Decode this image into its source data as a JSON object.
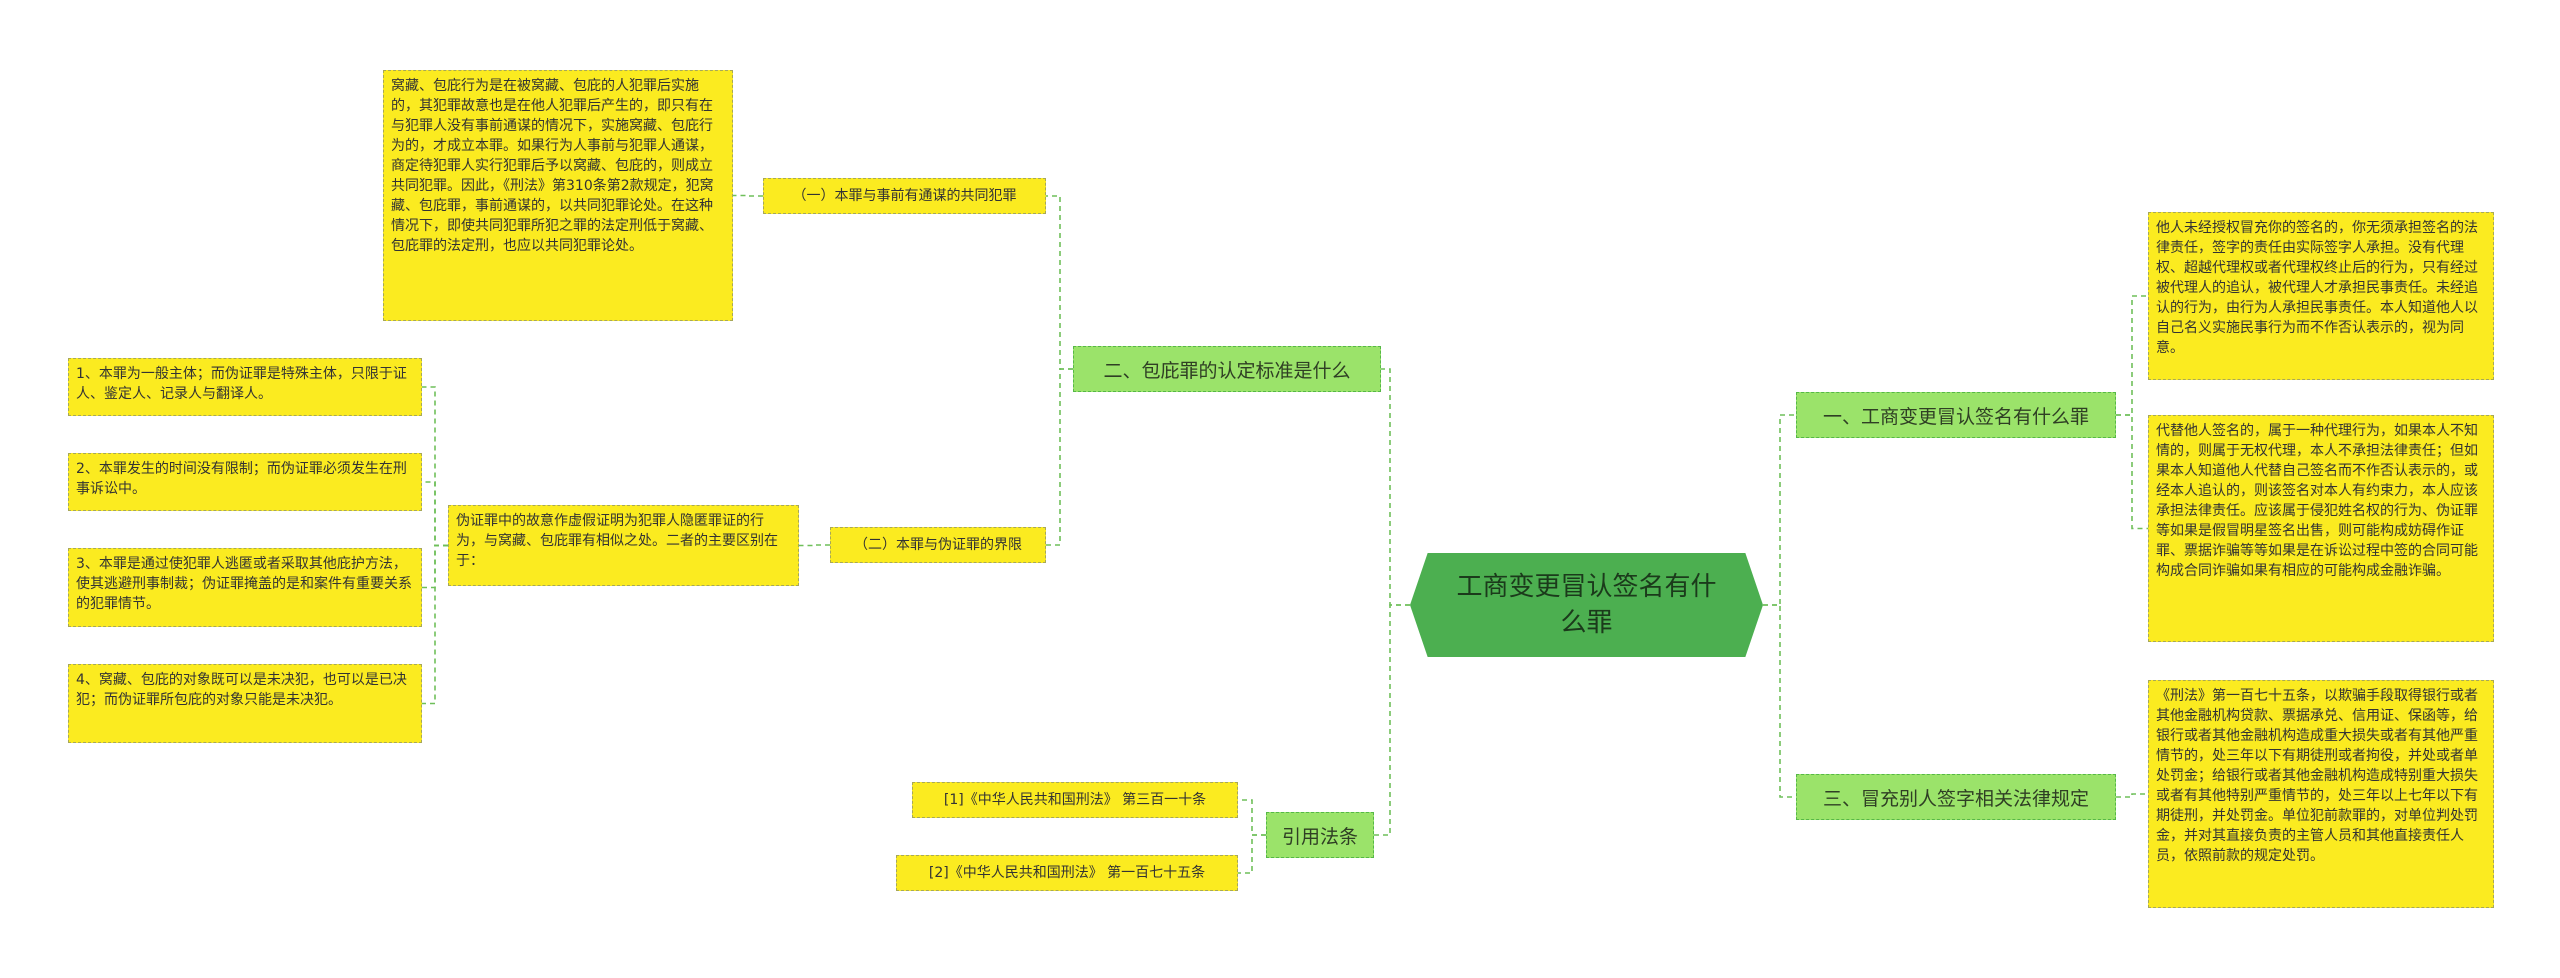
{
  "root": "工商变更冒认签名有什么罪",
  "branches": {
    "b1": {
      "label": "一、工商变更冒认签名有什么罪",
      "items": [
        "他人未经授权冒充你的签名的，你无须承担签名的法律责任，签字的责任由实际签字人承担。没有代理权、超越代理权或者代理权终止后的行为，只有经过被代理人的追认，被代理人才承担民事责任。未经追认的行为，由行为人承担民事责任。本人知道他人以自己名义实施民事行为而不作否认表示的，视为同意。",
        "代替他人签名的，属于一种代理行为，如果本人不知情的，则属于无权代理，本人不承担法律责任；但如果本人知道他人代替自己签名而不作否认表示的，或经本人追认的，则该签名对本人有约束力，本人应该承担法律责任。应该属于侵犯姓名权的行为、伪证罪等如果是假冒明星签名出售，则可能构成妨碍作证罪、票据诈骗等等如果是在诉讼过程中签的合同可能构成合同诈骗如果有相应的可能构成金融诈骗。"
      ]
    },
    "b2": {
      "label": "二、包庇罪的认定标准是什么",
      "sub1": {
        "label": "（一）本罪与事前有通谋的共同犯罪",
        "text": "窝藏、包庇行为是在被窝藏、包庇的人犯罪后实施的，其犯罪故意也是在他人犯罪后产生的，即只有在与犯罪人没有事前通谋的情况下，实施窝藏、包庇行为的，才成立本罪。如果行为人事前与犯罪人通谋，商定待犯罪人实行犯罪后予以窝藏、包庇的，则成立共同犯罪。因此，《刑法》第310条第2款规定，犯窝藏、包庇罪，事前通谋的，以共同犯罪论处。在这种情况下，即使共同犯罪所犯之罪的法定刑低于窝藏、包庇罪的法定刑，也应以共同犯罪论处。"
      },
      "sub2": {
        "label": "（二）本罪与伪证罪的界限",
        "text": "伪证罪中的故意作虚假证明为犯罪人隐匿罪证的行为，与窝藏、包庇罪有相似之处。二者的主要区别在于：",
        "points": [
          "1、本罪为一般主体；而伪证罪是特殊主体，只限于证人、鉴定人、记录人与翻译人。",
          "2、本罪发生的时间没有限制；而伪证罪必须发生在刑事诉讼中。",
          "3、本罪是通过使犯罪人逃匿或者采取其他庇护方法，使其逃避刑事制裁；伪证罪掩盖的是和案件有重要关系的犯罪情节。",
          "4、窝藏、包庇的对象既可以是未决犯，也可以是已决犯；而伪证罪所包庇的对象只能是未决犯。"
        ]
      }
    },
    "b3": {
      "label": "三、冒充别人签字相关法律规定",
      "text": "《刑法》第一百七十五条，以欺骗手段取得银行或者其他金融机构贷款、票据承兑、信用证、保函等，给银行或者其他金融机构造成重大损失或者有其他严重情节的，处三年以下有期徒刑或者拘役，并处或者单处罚金；给银行或者其他金融机构造成特别重大损失或者有其他特别严重情节的，处三年以上七年以下有期徒刑，并处罚金。单位犯前款罪的，对单位判处罚金，并对其直接负责的主管人员和其他直接责任人员，依照前款的规定处罚。"
    },
    "b4": {
      "label": "引用法条",
      "items": [
        "[1]《中华人民共和国刑法》 第三百一十条",
        "[2]《中华人民共和国刑法》 第一百七十五条"
      ]
    }
  },
  "colors": {
    "root_fill": "#4caf50",
    "branch_fill": "#9be36a",
    "leaf_fill": "#fbeb20",
    "connector": "#6fbf5a"
  }
}
